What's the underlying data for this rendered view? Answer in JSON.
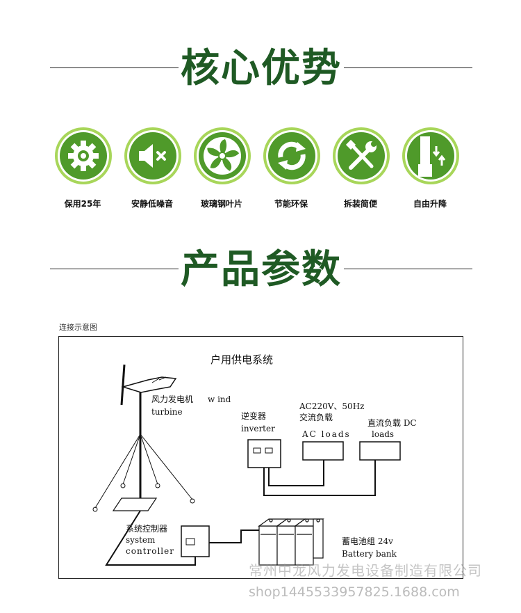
{
  "section1": {
    "title": "核心优势"
  },
  "section2": {
    "title": "产品参数"
  },
  "features": [
    {
      "label": "保用25年",
      "icon": "gear-icon"
    },
    {
      "label": "安静低噪音",
      "icon": "mute-speaker-icon"
    },
    {
      "label": "玻璃钢叶片",
      "icon": "fan-blade-icon"
    },
    {
      "label": "节能环保",
      "icon": "recycle-icon"
    },
    {
      "label": "拆装简便",
      "icon": "tools-icon"
    },
    {
      "label": "自由升降",
      "icon": "lift-icon"
    }
  ],
  "diagram": {
    "caption": "连接示意图",
    "title": "户用供电系统",
    "turbine_cn": "风力发电机",
    "turbine_en1": "w ind",
    "turbine_en2": "turbine",
    "inverter_cn": "逆变器",
    "inverter_en": "inverter",
    "ac_spec": "AC220V、50Hz",
    "ac_cn": "交流负载",
    "ac_en": "AC loads",
    "dc_cn": "直流负载 DC",
    "dc_en": "loads",
    "controller_cn": "系统控制器",
    "controller_en1": "system",
    "controller_en2": "controller",
    "battery_cn": "蓄电池组 24v",
    "battery_en": "Battery bank"
  },
  "watermark": {
    "company": "常州中龙风力发电设备制造有限公司",
    "shop": "shop1445533957825.1688.com"
  },
  "colors": {
    "accent": "#1f5a24",
    "icon_green": "#4f9a2a",
    "icon_rim": "#8cc63f"
  }
}
